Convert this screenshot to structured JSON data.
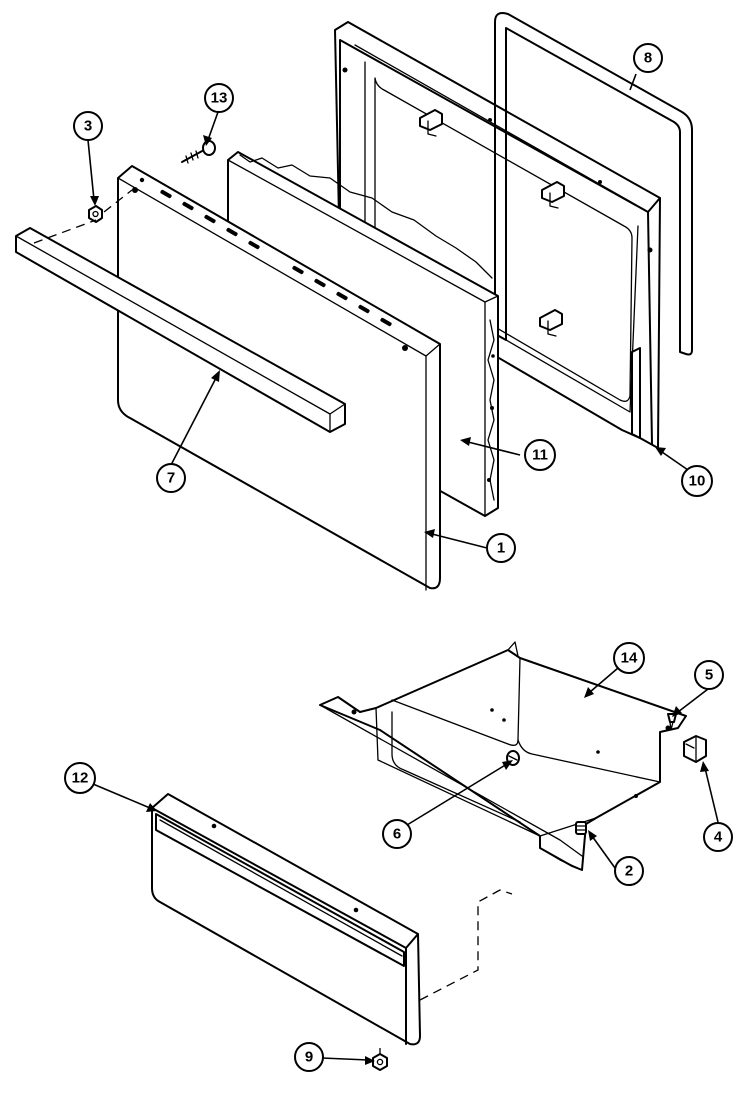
{
  "callouts": [
    {
      "id": "c1",
      "label": "1",
      "part": "oven-door-outer-panel"
    },
    {
      "id": "c2",
      "label": "2",
      "part": "drawer-roller"
    },
    {
      "id": "c3",
      "label": "3",
      "part": "nut"
    },
    {
      "id": "c4",
      "label": "4",
      "part": "drawer-glide"
    },
    {
      "id": "c5",
      "label": "5",
      "part": "screw"
    },
    {
      "id": "c6",
      "label": "6",
      "part": "screw"
    },
    {
      "id": "c7",
      "label": "7",
      "part": "door-handle"
    },
    {
      "id": "c8",
      "label": "8",
      "part": "door-gasket"
    },
    {
      "id": "c9",
      "label": "9",
      "part": "nut"
    },
    {
      "id": "c10",
      "label": "10",
      "part": "door-inner-liner"
    },
    {
      "id": "c11",
      "label": "11",
      "part": "door-insulation"
    },
    {
      "id": "c12",
      "label": "12",
      "part": "drawer-front-panel"
    },
    {
      "id": "c13",
      "label": "13",
      "part": "screw"
    },
    {
      "id": "c14",
      "label": "14",
      "part": "drawer-body"
    }
  ]
}
